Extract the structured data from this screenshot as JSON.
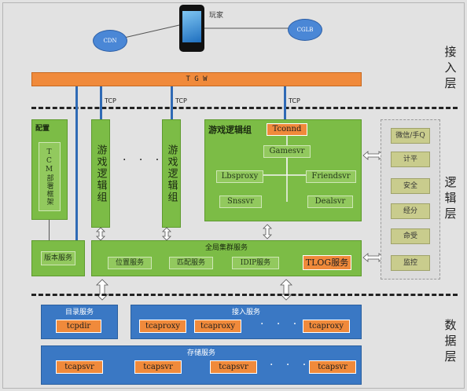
{
  "access_layer": {
    "player_label": "玩家",
    "cloud_left": "CDN",
    "cloud_right": "CGLB",
    "tgw": "T G W",
    "layer_label": "接\n入\n层"
  },
  "tcp_label": "TCP",
  "logic_layer": {
    "config_title": "配置",
    "config_inner": "TCM部署框架",
    "game_group_1": "游戏逻辑组",
    "game_group_2": "游戏逻辑组",
    "dots": "· · ·",
    "main_group_title": "游戏逻辑组",
    "main_items": {
      "tconnd": "Tconnd",
      "gamesvr": "Gamesvr",
      "lbsproxy": "Lbsproxy",
      "friendsvr": "Friendsvr",
      "snssvr": "Snssvr",
      "dealsvr": "Dealsvr"
    },
    "version_service": "版本服务",
    "global_cluster_title": "全局集群服务",
    "global_items": [
      "位置服务",
      "匹配服务",
      "IDIP服务",
      "TLOG服务"
    ],
    "right_items": [
      "微信/手Q",
      "计平",
      "安全",
      "经分",
      "命受",
      "监控"
    ],
    "layer_label": "逻\n辑\n层"
  },
  "data_layer": {
    "dir_title": "目录服务",
    "dir_item": "tcpdir",
    "access_title": "接入服务",
    "access_items": [
      "tcaproxy",
      "tcaproxy",
      "tcaproxy"
    ],
    "access_dots": "· · ·",
    "storage_title": "存储服务",
    "storage_items": [
      "tcapsvr",
      "tcapsvr",
      "tcapsvr",
      "tcapsvr"
    ],
    "storage_dots": "· · ·",
    "layer_label": "数\n据\n层"
  },
  "colors": {
    "green": "#7cbc46",
    "blue": "#3a78c4",
    "orange": "#f08a3b",
    "olive": "#c9cc8d"
  }
}
